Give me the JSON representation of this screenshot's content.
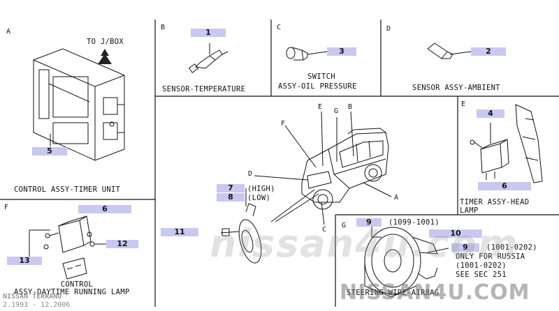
{
  "sections": {
    "a": {
      "letter": "A",
      "caption": "CONTROL ASSY-TIMER UNIT",
      "note": "TO J/BOX",
      "part": "5"
    },
    "b": {
      "letter": "B",
      "caption": "SENSOR-TEMPERATURE",
      "part": "1"
    },
    "c": {
      "letter": "C",
      "caption_line1": "SWITCH",
      "caption_line2": "ASSY-OIL PRESSURE",
      "part": "3"
    },
    "d": {
      "letter": "D",
      "caption": "SENSOR ASSY-AMBIENT",
      "part": "2"
    },
    "e": {
      "letter": "E",
      "caption_line1": "TIMER ASSY-HEAD",
      "caption_line2": "LAMP",
      "part_top": "4",
      "part_bottom": "6"
    },
    "f": {
      "letter": "F",
      "caption_line1": "CONTROL",
      "caption_line2": "ASSY-DAYTIME RUNNING LAMP",
      "part_top": "6",
      "part_right": "12",
      "part_left": "13"
    },
    "g": {
      "letter": "G",
      "caption": "STEERING WIRE-AIRBAG",
      "part_top": "9",
      "part_top_range": "(1099-1001)",
      "part_mid": "10",
      "part_low": "9",
      "part_low_range": "(1001-0202)",
      "note_line1": "ONLY FOR RUSSIA",
      "note_line2": "(1001-0202)",
      "note_line3": "SEE SEC 251"
    }
  },
  "center": {
    "part_high": "7",
    "part_low": "8",
    "high_label": "(HIGH)",
    "low_label": "(LOW)",
    "part_bolt": "11",
    "callouts": {
      "e": "E",
      "g": "G",
      "b": "B",
      "f": "F",
      "d": "D",
      "a": "A",
      "c": "C"
    }
  },
  "watermark": {
    "center": "nissan4u.com",
    "corner": "NISSAN4U.COM",
    "brand": "NISSAN TERRANO",
    "years": "2.1993 - 12.2006"
  }
}
